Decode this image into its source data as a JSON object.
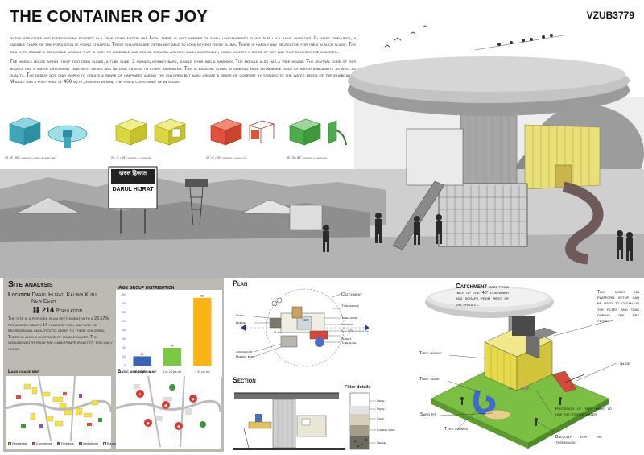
{
  "header": {
    "title": "THE CONTAINER OF JOY",
    "code": "VZUB3779"
  },
  "intro": {
    "p1": "In the atrocities and evergrowing poverty in a developing nation like India, there is vast number of small unauthorised slums that lack basic amenities. In these dwellings, a sizeable chunk of the population is young children. These children are often not able to look beyond these slums. There is hardly any recreation for them in such slums. The idea is to create a replicable module that is easy to assemble and can be created without much investment, which imparts a sense of joy and that rejoices the children.",
    "p2": "The module holds within itself two open slides, a tube slide, 3 swings, monkey bars, jungle gyms and a sandbox. The module also has a tree house. The central core of this module has a water catchment tank with sieves and natural filters to store rainwater. This is because slums in general have an immense issue of water availability as well as quality. The design not only hopes to create a sense of happiness among the children but also create a sense of comfort by serving to the water needs of the inhabitants. Module has a footprint of 450 sq ft, keeping in mind the space constraint of in slums."
  },
  "modules": [
    {
      "caption": "40' x 8' x 8'6\" converted to water catchment tank",
      "color": "#4fb8c9"
    },
    {
      "caption": "20' x 8' x 8'6\" converted to treehouse",
      "color": "#d9d63b"
    },
    {
      "caption": "20' x 8' x 8'6\" converted to jungle gym",
      "color": "#e0523a"
    },
    {
      "caption": "40' x 8' x 8'6\" converted to playground",
      "color": "#4cab4a"
    }
  ],
  "scene": {
    "sign_line1": "दारुल हिजरत",
    "sign_line2": "DARUL HIJRAT"
  },
  "site": {
    "heading": "Site analysis",
    "location_label": "Location:",
    "location_value": "Darul Hijrat, Kalindi Kunj,",
    "location_value2": "New Delhi",
    "population_number": "214",
    "population_label": "Population",
    "text": "The site is a refugee slum settlement with a 22.57% population below 14 years of age, and with no recreational facilities to cater to these children. There is also a shortage of usable water. The ground water from the hand pumps is not fit for daily usage."
  },
  "age_chart": {
    "heading": "Age group distribution"
  },
  "chart_data": {
    "type": "bar",
    "title": "Age group distribution",
    "categories": [
      "0 - 14 yrs old",
      "14 - 24 yrs old",
      "> 24 yrs old"
    ],
    "values": [
      21,
      40,
      153
    ],
    "colors": [
      "#3a64b5",
      "#7ac943",
      "#fbb316"
    ],
    "ylim": [
      0,
      160
    ],
    "yticks": [
      0,
      20,
      40,
      60,
      80,
      100,
      120,
      140,
      160
    ]
  },
  "maps": {
    "land_usage_heading": "Land usage map",
    "basic_amenities_heading": "Basic amenities map",
    "land_legend": [
      "Residential",
      "Commercial",
      "Religious",
      "Institutional",
      "Educational"
    ],
    "land_legend_colors": [
      "#f4e33c",
      "#e9493b",
      "#9a4fb6",
      "#3b9a3b",
      "#ffffff"
    ]
  },
  "plan": {
    "heading": "Plan",
    "labels_left": [
      "Swing",
      "Bridge",
      "Jungle gym",
      "Monkey bars"
    ],
    "labels_right": [
      "Catchment",
      "Tyre swings",
      "Tree house",
      "Sand pit",
      "Slide 2 (Below tree house)",
      "Slide 1",
      "Tube slide"
    ],
    "labels_center": [
      "Tank",
      "Slide"
    ]
  },
  "section": {
    "heading": "Section",
    "filter_heading": "Filter details",
    "filter_layers": [
      "Sieve 1",
      "Sieve 2",
      "Sand",
      "Coarse sand",
      "Gravel"
    ]
  },
  "axo": {
    "catchment_title": "Catchment",
    "catchment_text": "made from half of the 40' container and scraps from rest of the project.",
    "door_note": "This door nd platform setup can be used to clean up the filter and tank during the dry period.",
    "labels": {
      "tree_house": "Tree house",
      "tube_slide": "Tube slide",
      "slide": "Slide",
      "sand_pit": "Sand pit",
      "tyre_swings": "Tyre swings",
      "balcony": "Balcony for the treehouse",
      "taps": "Provision of taps here to use the stored water"
    }
  }
}
